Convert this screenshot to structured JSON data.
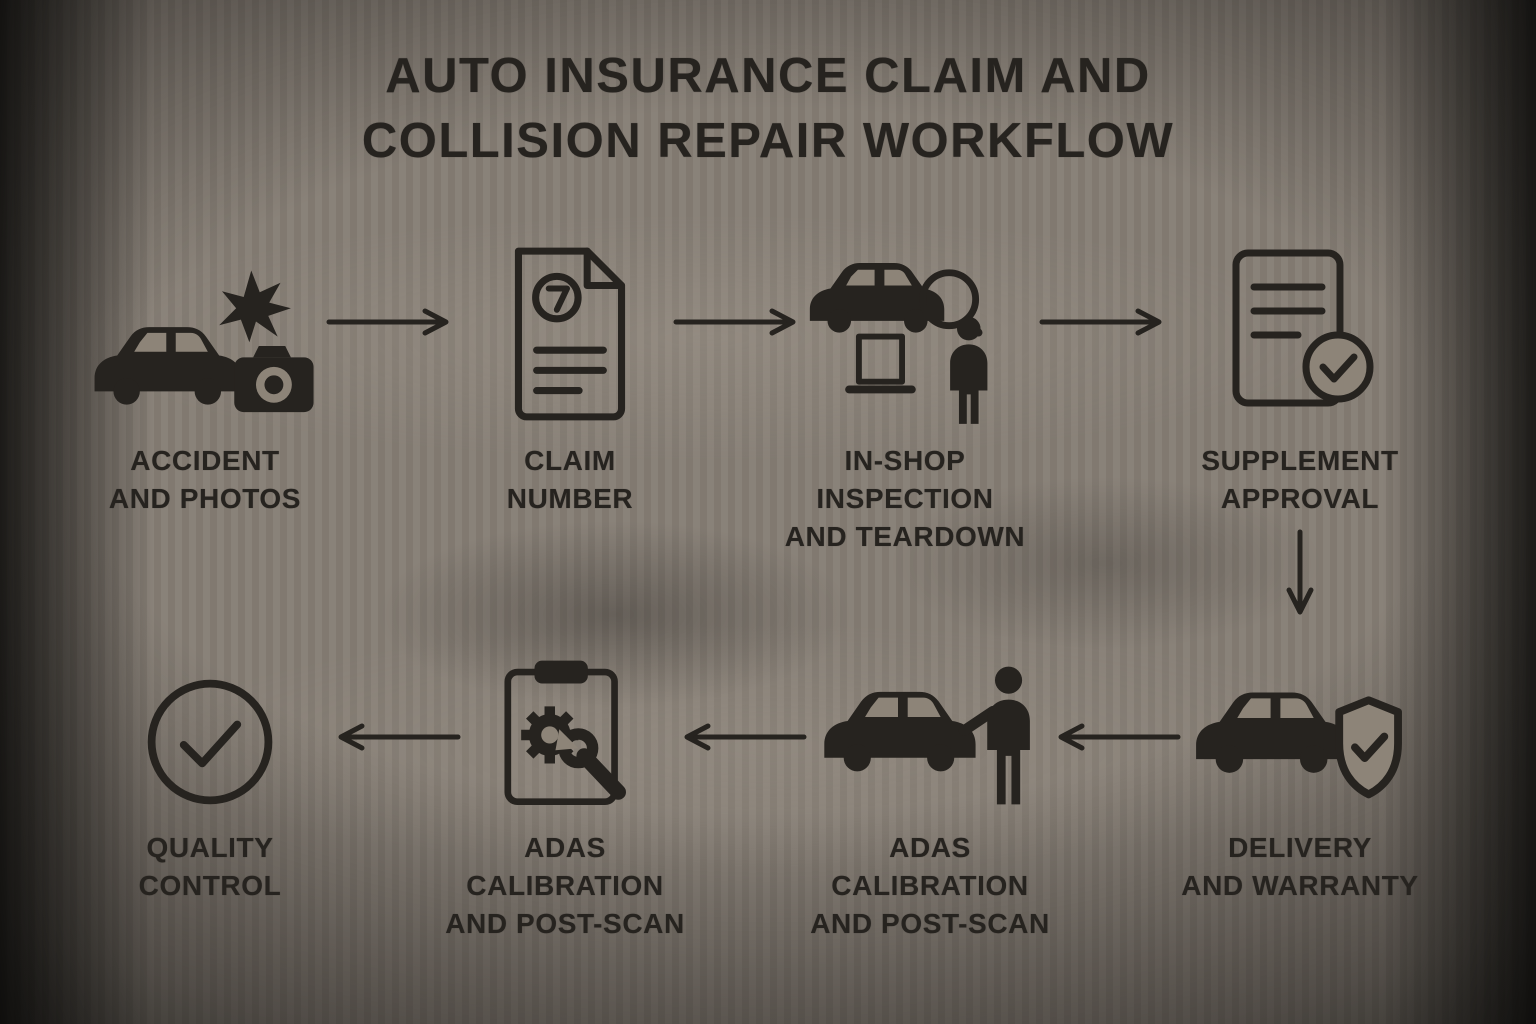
{
  "title": "AUTO INSURANCE CLAIM AND\nCOLLISION REPAIR WORKFLOW",
  "colors": {
    "ink": "#26231f",
    "background_center": "#8d8478",
    "background_edge": "#0e0d0c"
  },
  "steps": [
    {
      "id": "accident-photos",
      "label": "ACCIDENT\nAND PHOTOS",
      "icon": "car-crash-camera-icon"
    },
    {
      "id": "claim-number",
      "label": "CLAIM\nNUMBER",
      "icon": "claim-document-icon"
    },
    {
      "id": "inshop-inspection",
      "label": "IN-SHOP\nINSPECTION\nAND TEARDOWN",
      "icon": "car-lift-magnifier-icon"
    },
    {
      "id": "supplement-approval",
      "label": "SUPPLEMENT\nAPPROVAL",
      "icon": "document-check-icon"
    },
    {
      "id": "delivery-warranty",
      "label": "DELIVERY\nAND WARRANTY",
      "icon": "car-shield-check-icon"
    },
    {
      "id": "adas-calibration-car",
      "label": "ADAS\nCALIBRATION\nAND POST-SCAN",
      "icon": "car-technician-icon"
    },
    {
      "id": "adas-calibration-scan",
      "label": "ADAS\nCALIBRATION\nAND POST-SCAN",
      "icon": "clipboard-gear-wrench-icon"
    },
    {
      "id": "quality-control",
      "label": "QUALITY\nCONTROL",
      "icon": "check-circle-icon"
    }
  ]
}
